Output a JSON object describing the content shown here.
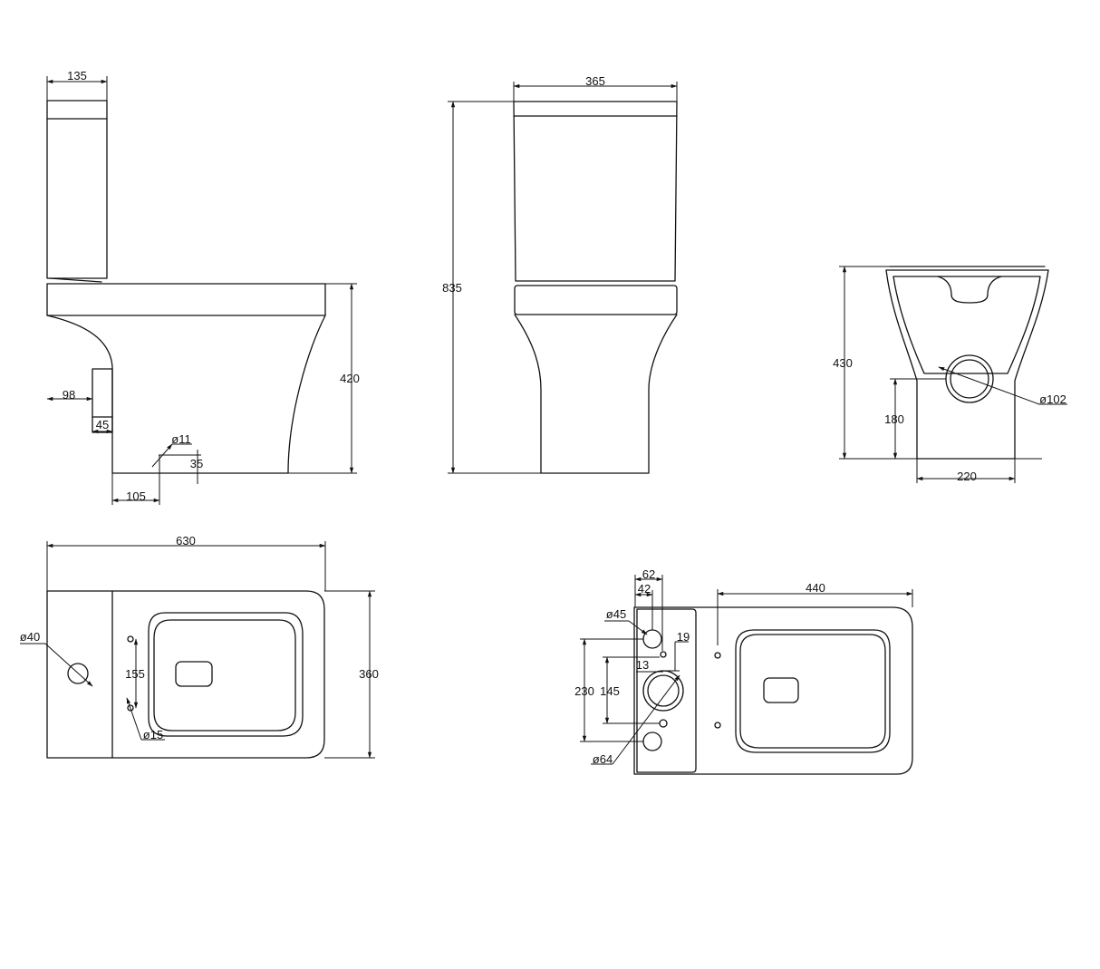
{
  "views": {
    "side": {
      "tank_depth": "135",
      "height": "420",
      "rear_offset": "98",
      "outlet_height": "45",
      "fixing_hole": "ø11",
      "fixing_height": "35",
      "fixing_offset": "105"
    },
    "front": {
      "width": "365",
      "total_height": "835"
    },
    "rear": {
      "height": "430",
      "outlet_height": "180",
      "base_width": "220",
      "outlet_diameter": "ø102"
    },
    "top": {
      "length": "630",
      "width": "360",
      "inlet_diameter": "ø40",
      "fixing_spacing": "155",
      "fixing_diameter": "ø15"
    },
    "underside": {
      "length": "440",
      "inlet_offset_62": "62",
      "inlet_offset_42": "42",
      "inlet_diameter": "ø45",
      "offset_19": "19",
      "offset_13": "13",
      "height_230": "230",
      "height_145": "145",
      "outlet_diameter": "ø64"
    }
  }
}
